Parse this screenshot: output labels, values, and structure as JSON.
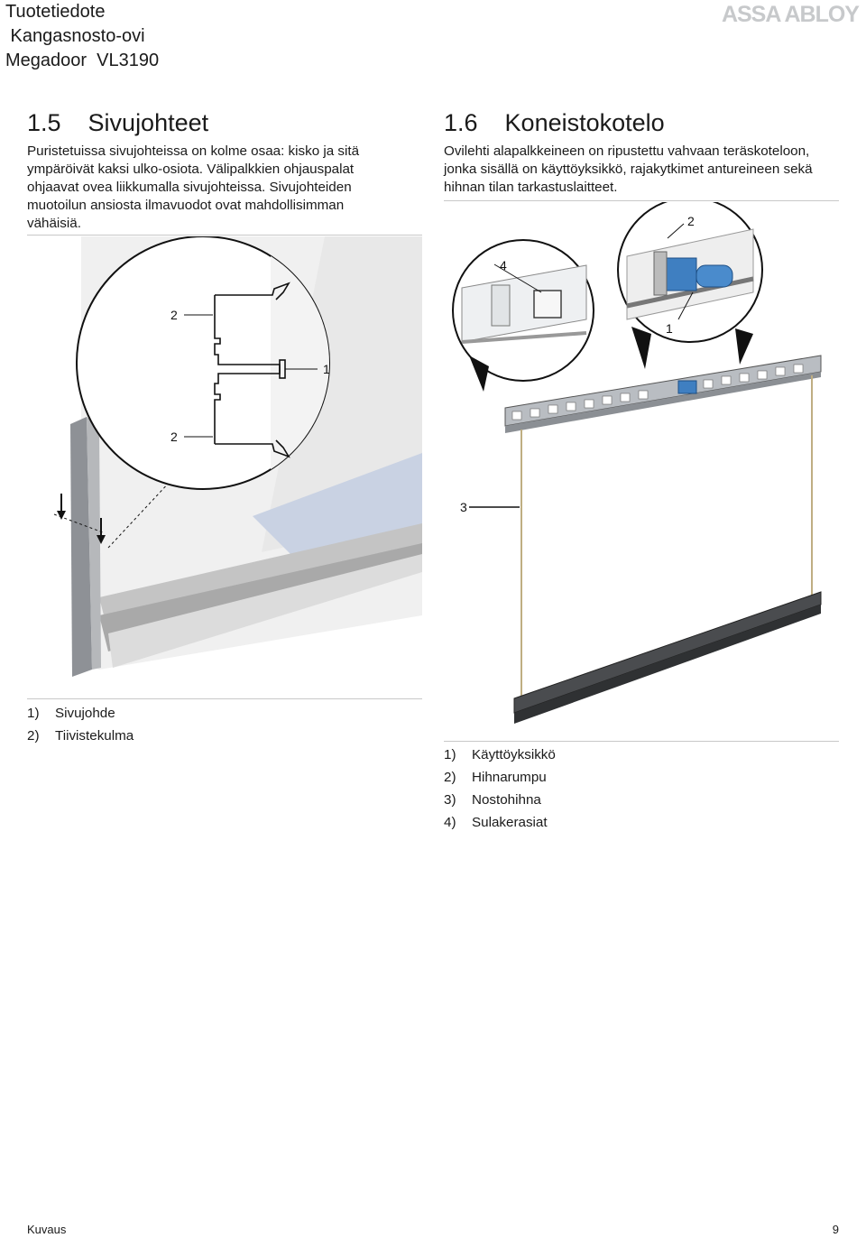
{
  "header": {
    "lines": [
      "Tuotetiedote",
      " Kangasnosto-ovi",
      "Megadoor  VL3190"
    ],
    "brand": "ASSA ABLOY"
  },
  "section_left": {
    "title": "1.5    Sivujohteet",
    "body_lines": [
      "Puristetuissa sivujohteissa on kolme osaa: kisko ja sitä",
      "ympäröivät kaksi ulko-osiota. Välipalkkien ohjauspalat",
      "ohjaavat ovea liikkumalla sivujohteissa. Sivujohteiden",
      "muotoilun ansiosta ilmavuodot ovat mahdollisimman",
      "vähäisiä."
    ],
    "figure_labels": {
      "one": "1",
      "two_top": "2",
      "two_bottom": "2"
    },
    "legend": [
      {
        "num": "1)",
        "text": "Sivujohde"
      },
      {
        "num": "2)",
        "text": "Tiivistekulma"
      }
    ]
  },
  "section_right": {
    "title": "1.6    Koneistokotelo",
    "body_lines": [
      "Ovilehti alapalkkeineen on ripustettu vahvaan  teräskoteloon,",
      "jonka sisällä on käyttöyksikkö, rajakytkimet antureineen sekä",
      "hihnan tilan tarkastuslaitteet."
    ],
    "figure_labels": {
      "one": "1",
      "two": "2",
      "three": "3",
      "four": "4"
    },
    "legend": [
      {
        "num": "1)",
        "text": "Käyttöyksikkö"
      },
      {
        "num": "2)",
        "text": "Hihnarumpu"
      },
      {
        "num": "3)",
        "text": "Nostohihna"
      },
      {
        "num": "4)",
        "text": "Sulakerasiat"
      }
    ]
  },
  "footer": {
    "left": "Kuvaus",
    "page": "9"
  }
}
